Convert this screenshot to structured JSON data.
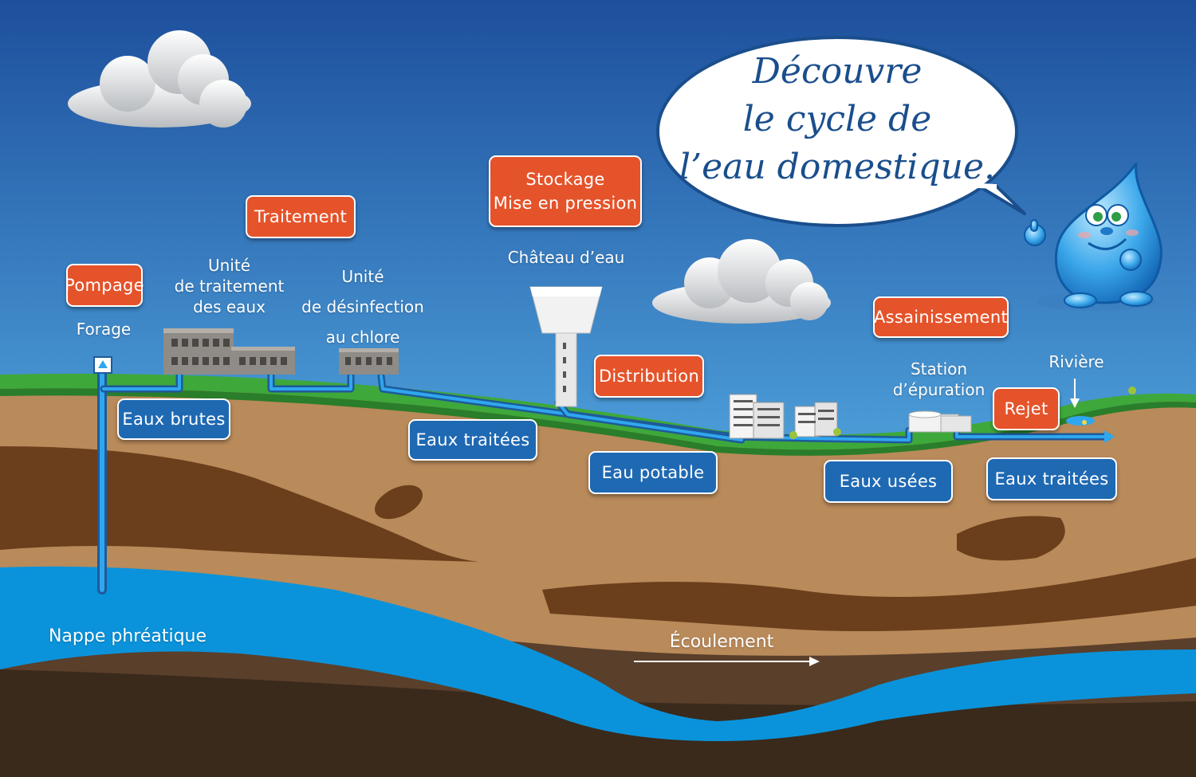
{
  "speech_bubble": {
    "text": "Découvre\nle cycle de\nl’eau domestique."
  },
  "stages": {
    "pompage": "Pompage",
    "traitement": "Traitement",
    "stockage": "Stockage\nMise en pression",
    "distribution": "Distribution",
    "assainissement": "Assainissement",
    "rejet": "Rejet"
  },
  "places": {
    "forage": "Forage",
    "unite_traitement": "Unité\nde traitement\ndes eaux",
    "unite_desinfection": "Unité\nde désinfection\nau chlore",
    "chateau_eau": "Château d’eau",
    "station_epuration": "Station\nd’épuration",
    "riviere": "Rivière",
    "nappe": "Nappe phréatique",
    "ecoulement": "Écoulement"
  },
  "water_types": {
    "eaux_brutes": "Eaux brutes",
    "eaux_traitees_1": "Eaux traitées",
    "eau_potable": "Eau potable",
    "eaux_usees": "Eaux usées",
    "eaux_traitees_2": "Eaux traitées"
  },
  "colors": {
    "sky_top": "#1d4f9c",
    "sky_bottom": "#86c8ec",
    "grass": "#3ea83a",
    "soil": "#b98a5a",
    "dark_soil": "#6b3f1b",
    "groundwater": "#0a93db",
    "stage_orange": "#e5532a",
    "water_blue": "#1f69b3"
  }
}
